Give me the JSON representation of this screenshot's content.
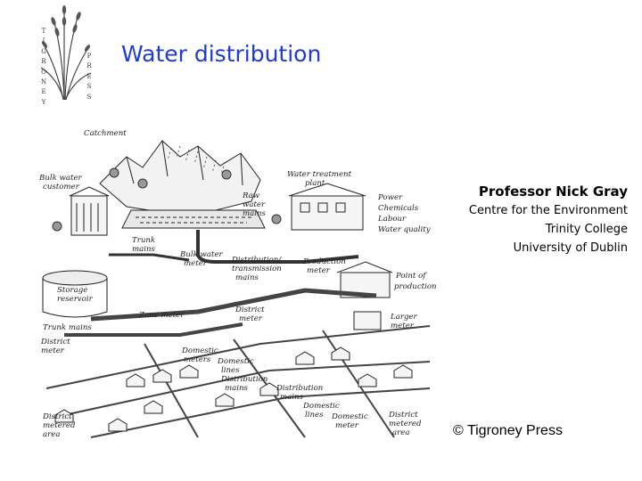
{
  "logo": {
    "icon": "wheat-grass-logo-icon",
    "letters_left": [
      "T",
      "I",
      "G",
      "R",
      "O",
      "N",
      "E",
      "Y"
    ],
    "letters_right": [
      "P",
      "R",
      "E",
      "S",
      "S"
    ]
  },
  "title": "Water distribution",
  "author": {
    "name": "Professor Nick Gray",
    "affiliation_lines": [
      "Centre for the Environment",
      "Trinity College",
      "University of Dublin"
    ]
  },
  "copyright": "© Tigroney Press",
  "diagram_labels": {
    "catchment": "Catchment",
    "bulk_water_1": "Bulk water",
    "bulk_water_2": "customer",
    "raw_1": "Raw",
    "raw_2": "water",
    "raw_3": "mains",
    "wtp_1": "Water treatment",
    "wtp_2": "plant",
    "power": "Power",
    "chemicals": "Chemicals",
    "labour": "Labour",
    "water_quality": "Water quality",
    "trunk_1": "Trunk",
    "trunk_2": "mains",
    "bulk_meter_1": "Bulk water",
    "bulk_meter_2": "meter",
    "dist_trans_1": "Distribution/",
    "dist_trans_2": "transmission",
    "dist_trans_3": "mains",
    "prod_meter_1": "Production",
    "prod_meter_2": "meter",
    "point_prod_1": "Point of",
    "point_prod_2": "production",
    "storage_1": "Storage",
    "storage_2": "reservoir",
    "zone_meter": "Zone meter",
    "district_meter_1": "District",
    "district_meter_2": "meter",
    "larger_1": "Larger",
    "larger_2": "meter",
    "trunk_mains": "Trunk mains",
    "district_meter_left_1": "District",
    "district_meter_left_2": "meter",
    "domestic_meters_1": "Domestic",
    "domestic_meters_2": "meters",
    "domestic_lines_1": "Domestic",
    "domestic_lines_2": "lines",
    "distribution_mains_1": "Distribution",
    "distribution_mains_2": "mains",
    "distribution_mains_b1": "Distribution",
    "distribution_mains_b2": "mains",
    "domestic_lines_b1": "Domestic",
    "domestic_lines_b2": "lines",
    "domestic_meter_1": "Domestic",
    "domestic_meter_2": "meter",
    "dma_left_1": "District",
    "dma_left_2": "metered",
    "dma_left_3": "area",
    "dma_right_1": "District",
    "dma_right_2": "metered",
    "dma_right_3": "area"
  }
}
